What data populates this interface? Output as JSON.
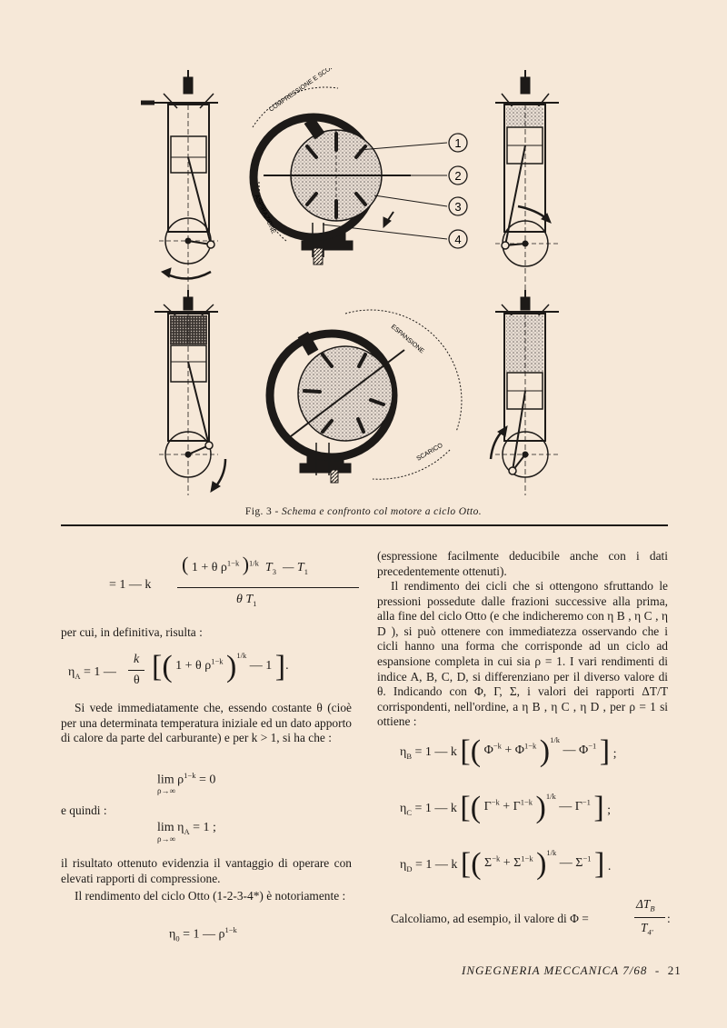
{
  "figure": {
    "labels": [
      "1",
      "2",
      "3",
      "4"
    ],
    "arc_top_text": "COMPRESSIONE E SCOPPIO",
    "arc_left_text": "ASPIRAZIONE",
    "arc_bottom_text": "ESPANSIONE",
    "arc_scarico_text": "SCARICO",
    "caption_prefix": "Fig. 3 - ",
    "caption_italic": "Schema e confronto col motore a ciclo Otto."
  },
  "left": {
    "eq1_prefix": "= 1 — k",
    "eq1_num_a": "1 + θ ρ",
    "eq1_num_exp": "1−k",
    "eq1_num_pow": "1/k",
    "eq1_num_b": "T",
    "eq1_num_c": "— T",
    "eq1_den": "θ T",
    "p_percui": "per cui, in definitiva, risulta :",
    "eq2_lhs": "η",
    "eq2_lhs_sub": "A",
    "eq2_rhs": "= 1 —",
    "eq2_frac_num": "k",
    "eq2_frac_den": "θ",
    "eq2_inner": "1 + θ ρ",
    "eq2_inner_exp": "1−k",
    "eq2_pow": "1/k",
    "eq2_tail": "— 1",
    "p_si_vede": "Si vede immediatamente che, essendo costante θ (cioè per una determinata temperatura iniziale ed un dato apporto di calore da parte del carburante) e per k > 1, si ha che :",
    "lim1": "lim ρ",
    "lim1_exp": "1−k",
    "lim1_rhs": "= 0",
    "lim_under": "ρ→∞",
    "p_quindi": "e quindi :",
    "lim2": "lim η",
    "lim2_sub": "A",
    "lim2_rhs": "= 1 ;",
    "p_risultato": "il risultato ottenuto evidenzia il vantaggio di operare con elevati rapporti di compressione.",
    "p_rendimento": "Il rendimento del ciclo Otto (1-2-3-4*) è notoriamente :",
    "eq_otto": "η",
    "eq_otto_sub": "0",
    "eq_otto_rhs": "= 1 — ρ",
    "eq_otto_exp": "1−k"
  },
  "right": {
    "p1": "(espressione facilmente deducibile anche con i dati precedentemente ottenuti).",
    "p2": "Il rendimento dei cicli che si ottengono sfruttando le pressioni possedute dalle frazioni successive alla prima, alla fine del ciclo Otto (e che indicheremo con η B , η C , η D ), si può ottenere con immediatezza osservando che i cicli hanno una forma che corrisponde ad un ciclo ad espansione completa in cui sia ρ = 1. I vari rendimenti di indice A, B, C, D, si differenziano per il diverso valore di θ. Indicando con Φ, Γ, Σ, i valori dei rapporti ΔT/T corrispondenti, nell'ordine, a η B , η C , η D , per ρ = 1 si ottiene :",
    "eqB_lhs": "η",
    "eqB_sub": "B",
    "eqB_sym": "Φ",
    "eqC_lhs": "η",
    "eqC_sub": "C",
    "eqC_sym": "Γ",
    "eqD_lhs": "η",
    "eqD_sub": "D",
    "eqD_sym": "Σ",
    "eq_one_k": "= 1 — k",
    "exp_neg_k": "−k",
    "exp_1mk": "1−k",
    "exp_m1": "−1",
    "pow": "1/k",
    "sep_semicolon": ";",
    "sep_dot": ".",
    "calc_text": "Calcoliamo, ad esempio, il valore di Φ =",
    "calc_num": "ΔT",
    "calc_num_sub": "B",
    "calc_den": "T",
    "calc_den_sub": "4'",
    "calc_tail": ":"
  },
  "footer": {
    "journal": "INGEGNERIA MECCANICA 7/68",
    "sep": "-",
    "page": "21"
  }
}
